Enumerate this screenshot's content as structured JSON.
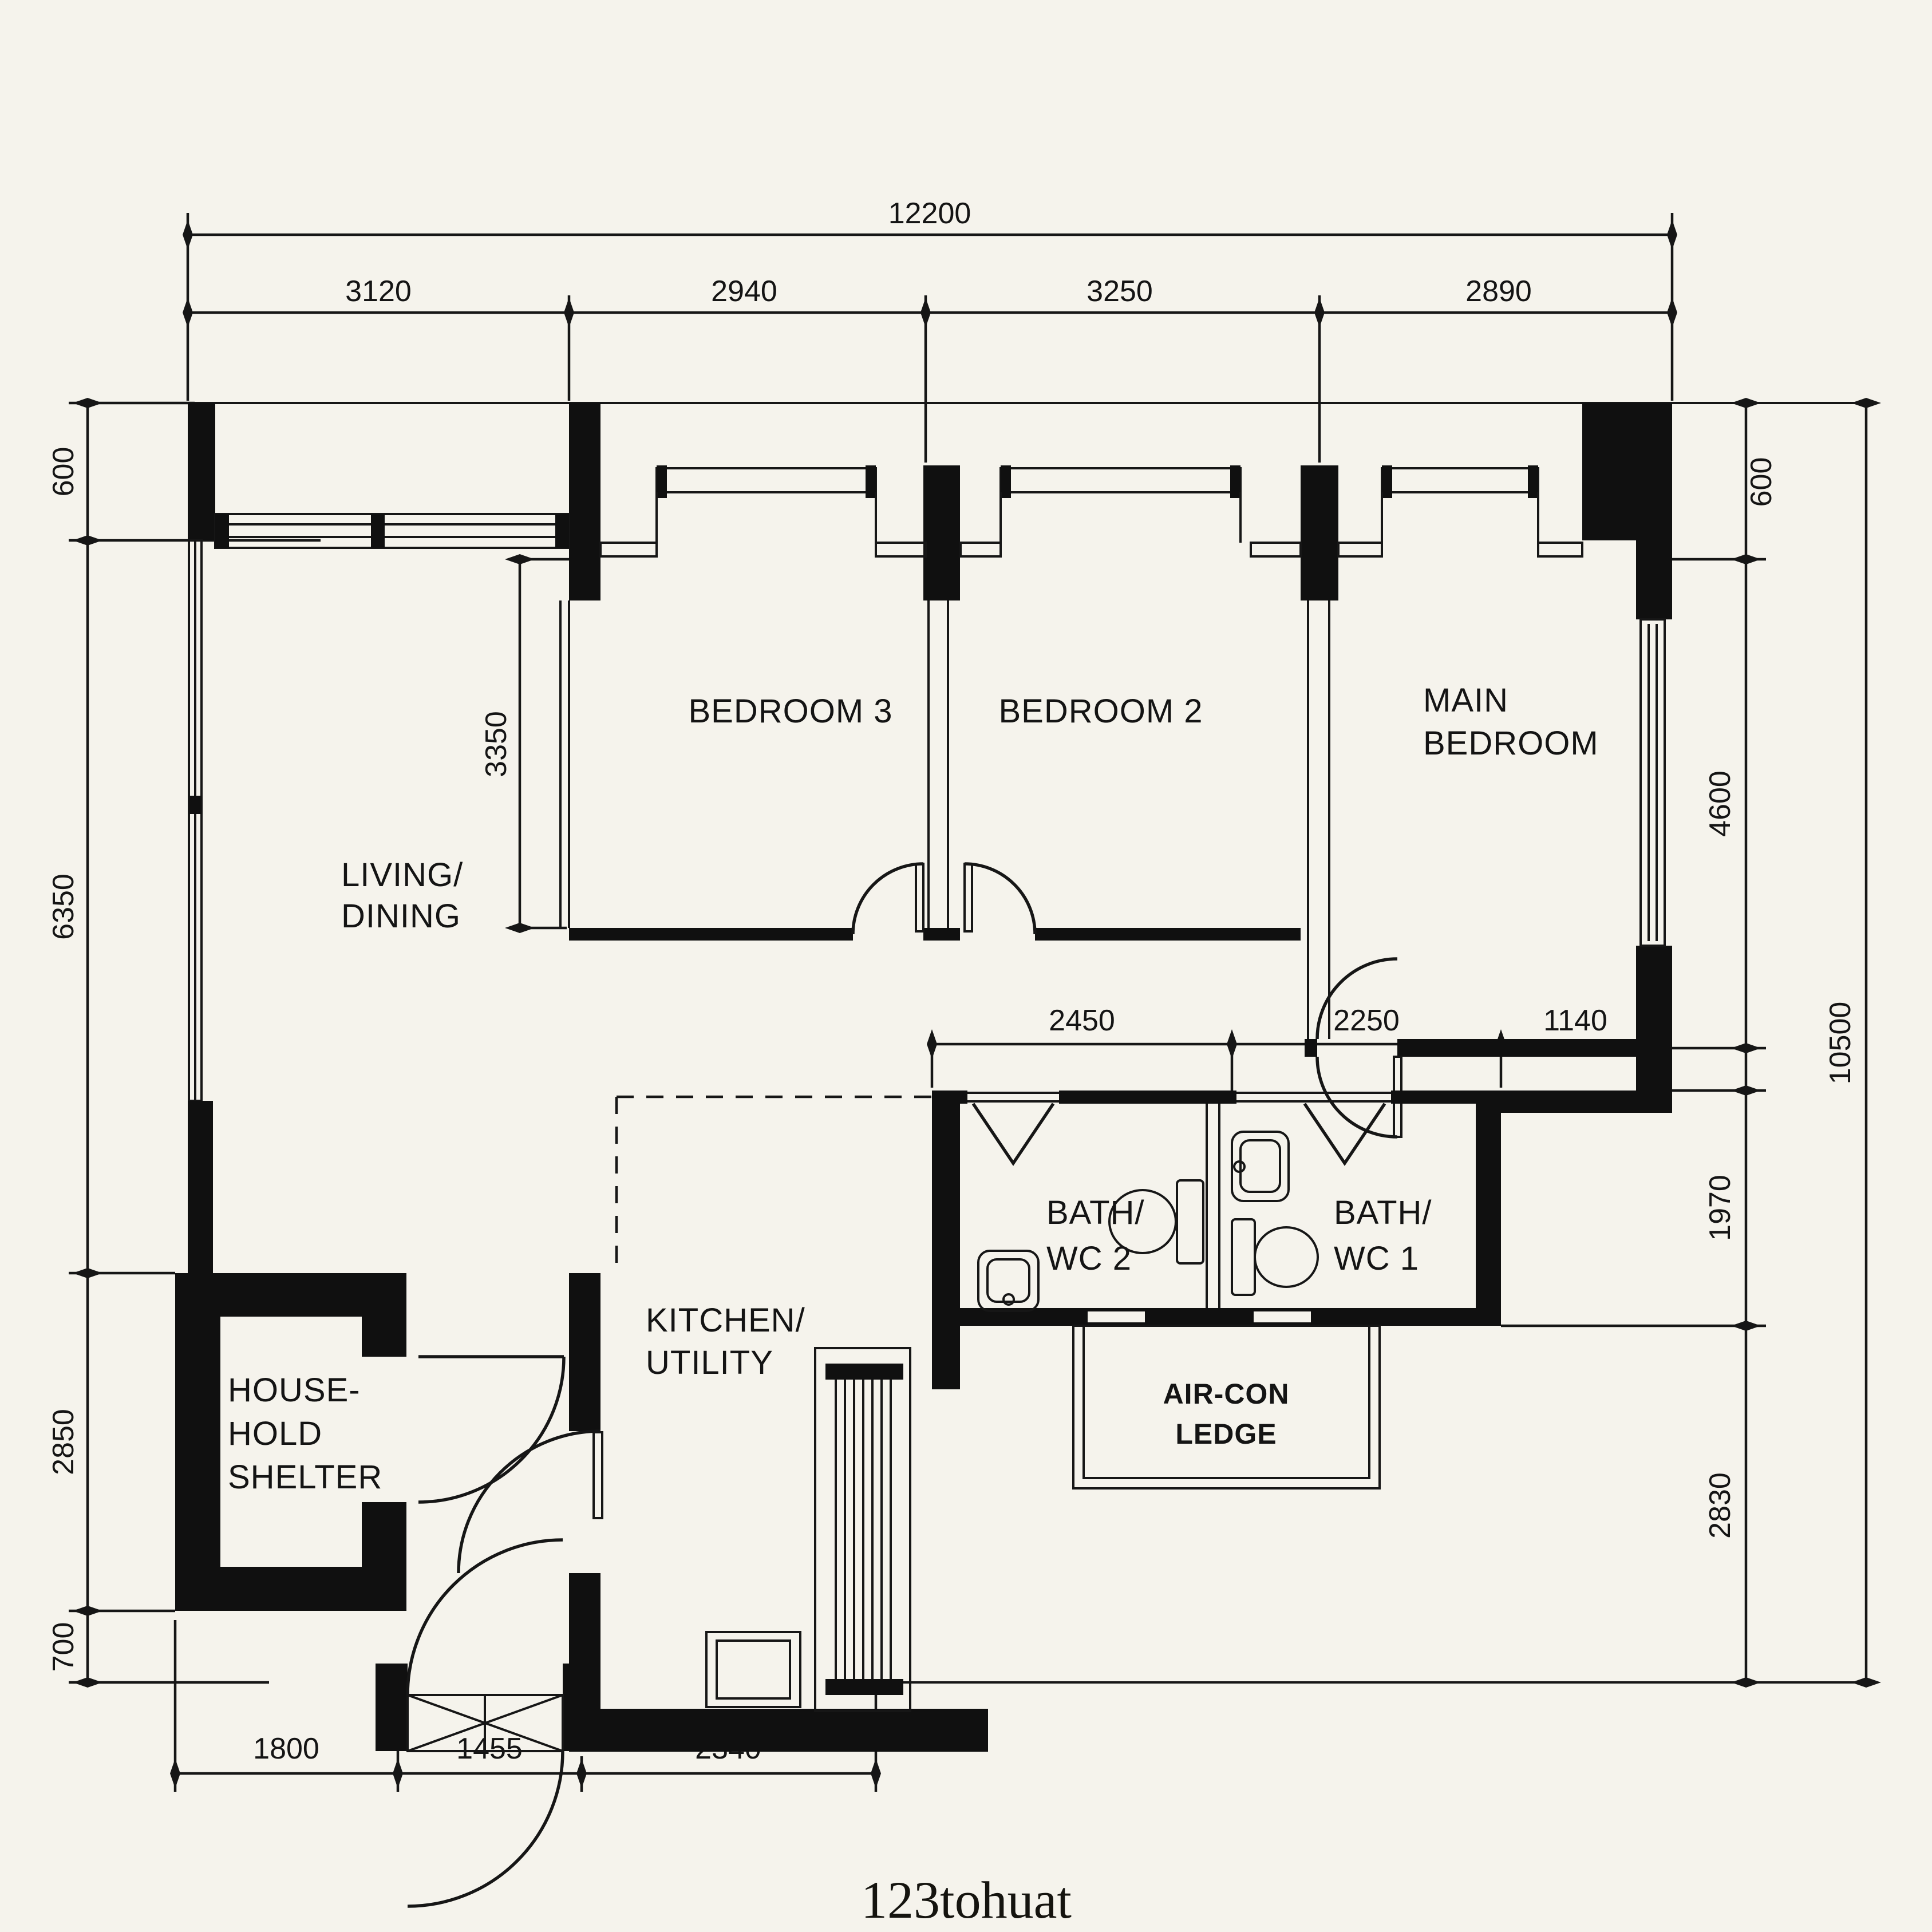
{
  "watermark": "123tohuat",
  "rooms": {
    "bedroom3": "BEDROOM 3",
    "bedroom2": "BEDROOM 2",
    "main1": "MAIN",
    "main2": "BEDROOM",
    "living1": "LIVING/",
    "living2": "DINING",
    "shelter1": "HOUSE-",
    "shelter2": "HOLD",
    "shelter3": "SHELTER",
    "kitchen1": "KITCHEN/",
    "kitchen2": "UTILITY",
    "bath2a": "BATH/",
    "bath2b": "WC 2",
    "bath1a": "BATH/",
    "bath1b": "WC 1",
    "aircon1": "AIR-CON",
    "aircon2": "LEDGE"
  },
  "dims": {
    "total_width": "12200",
    "seg1": "3120",
    "seg2": "2940",
    "seg3": "3250",
    "seg4": "2890",
    "left_top": "600",
    "left_main": "6350",
    "left_shelter": "2850",
    "left_bottom": "700",
    "right_top": "600",
    "right_main": "4600",
    "right_bath": "1970",
    "right_lower": "2830",
    "total_height": "10500",
    "bedroom_depth": "3350",
    "bath_w2": "2450",
    "bath_w1": "2250",
    "bath_nook": "1140",
    "bottom1": "1800",
    "bottom2": "1455",
    "bottom3": "2340"
  }
}
